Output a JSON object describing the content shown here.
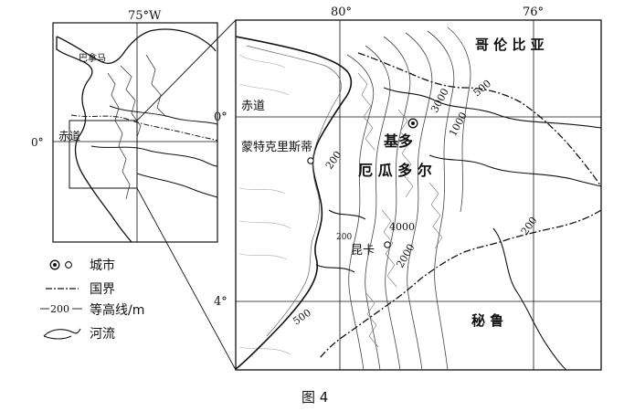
{
  "caption": "图 4",
  "inset_map": {
    "longitude_label": "75°W",
    "latitude_label": "0°",
    "places": {
      "panama": "巴拿马",
      "equator": "赤道"
    }
  },
  "main_map": {
    "longitude_labels": [
      "80°",
      "76°"
    ],
    "latitude_labels": [
      "0°",
      "4°"
    ],
    "places": {
      "colombia": "哥 伦 比 亚",
      "ecuador": "厄 瓜 多 尔",
      "peru": "秘 鲁",
      "quito": "基多",
      "cuenca": "昆卡",
      "manta": "蒙特克里斯蒂",
      "equator": "赤道"
    },
    "contour_labels": [
      "3000",
      "1000",
      "500",
      "200",
      "4000",
      "2000",
      "200",
      "500",
      "200"
    ]
  },
  "legend": {
    "items": [
      {
        "symbol": "city",
        "label": "城市"
      },
      {
        "symbol": "border",
        "label": "国界"
      },
      {
        "symbol": "contour",
        "sample": "200",
        "label": "等高线/m"
      },
      {
        "symbol": "river",
        "label": "河流"
      }
    ]
  }
}
